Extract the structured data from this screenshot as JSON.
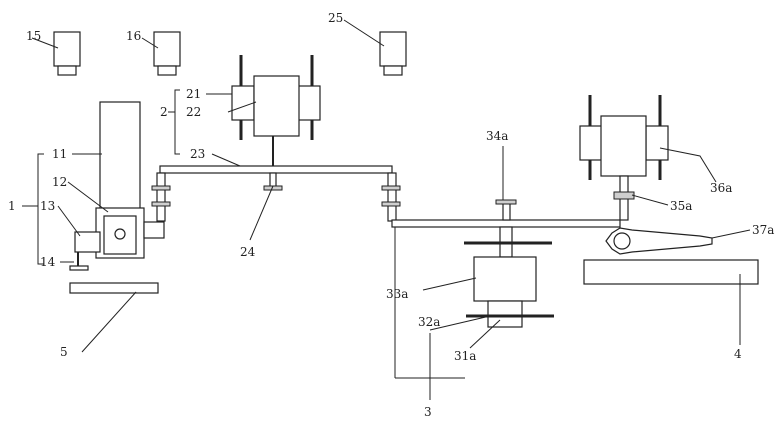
{
  "labels": {
    "l15": "15",
    "l16": "16",
    "l25": "25",
    "l21": "21",
    "l22": "22",
    "l2": "2",
    "l23": "23",
    "l11": "11",
    "l12": "12",
    "l1": "1",
    "l13": "13",
    "l14": "14",
    "l24": "24",
    "l5": "5",
    "l34a": "34a",
    "l36a": "36a",
    "l35a": "35a",
    "l37a": "37a",
    "l33a": "33a",
    "l32a": "32a",
    "l31a": "31a",
    "l3": "3",
    "l4": "4"
  }
}
